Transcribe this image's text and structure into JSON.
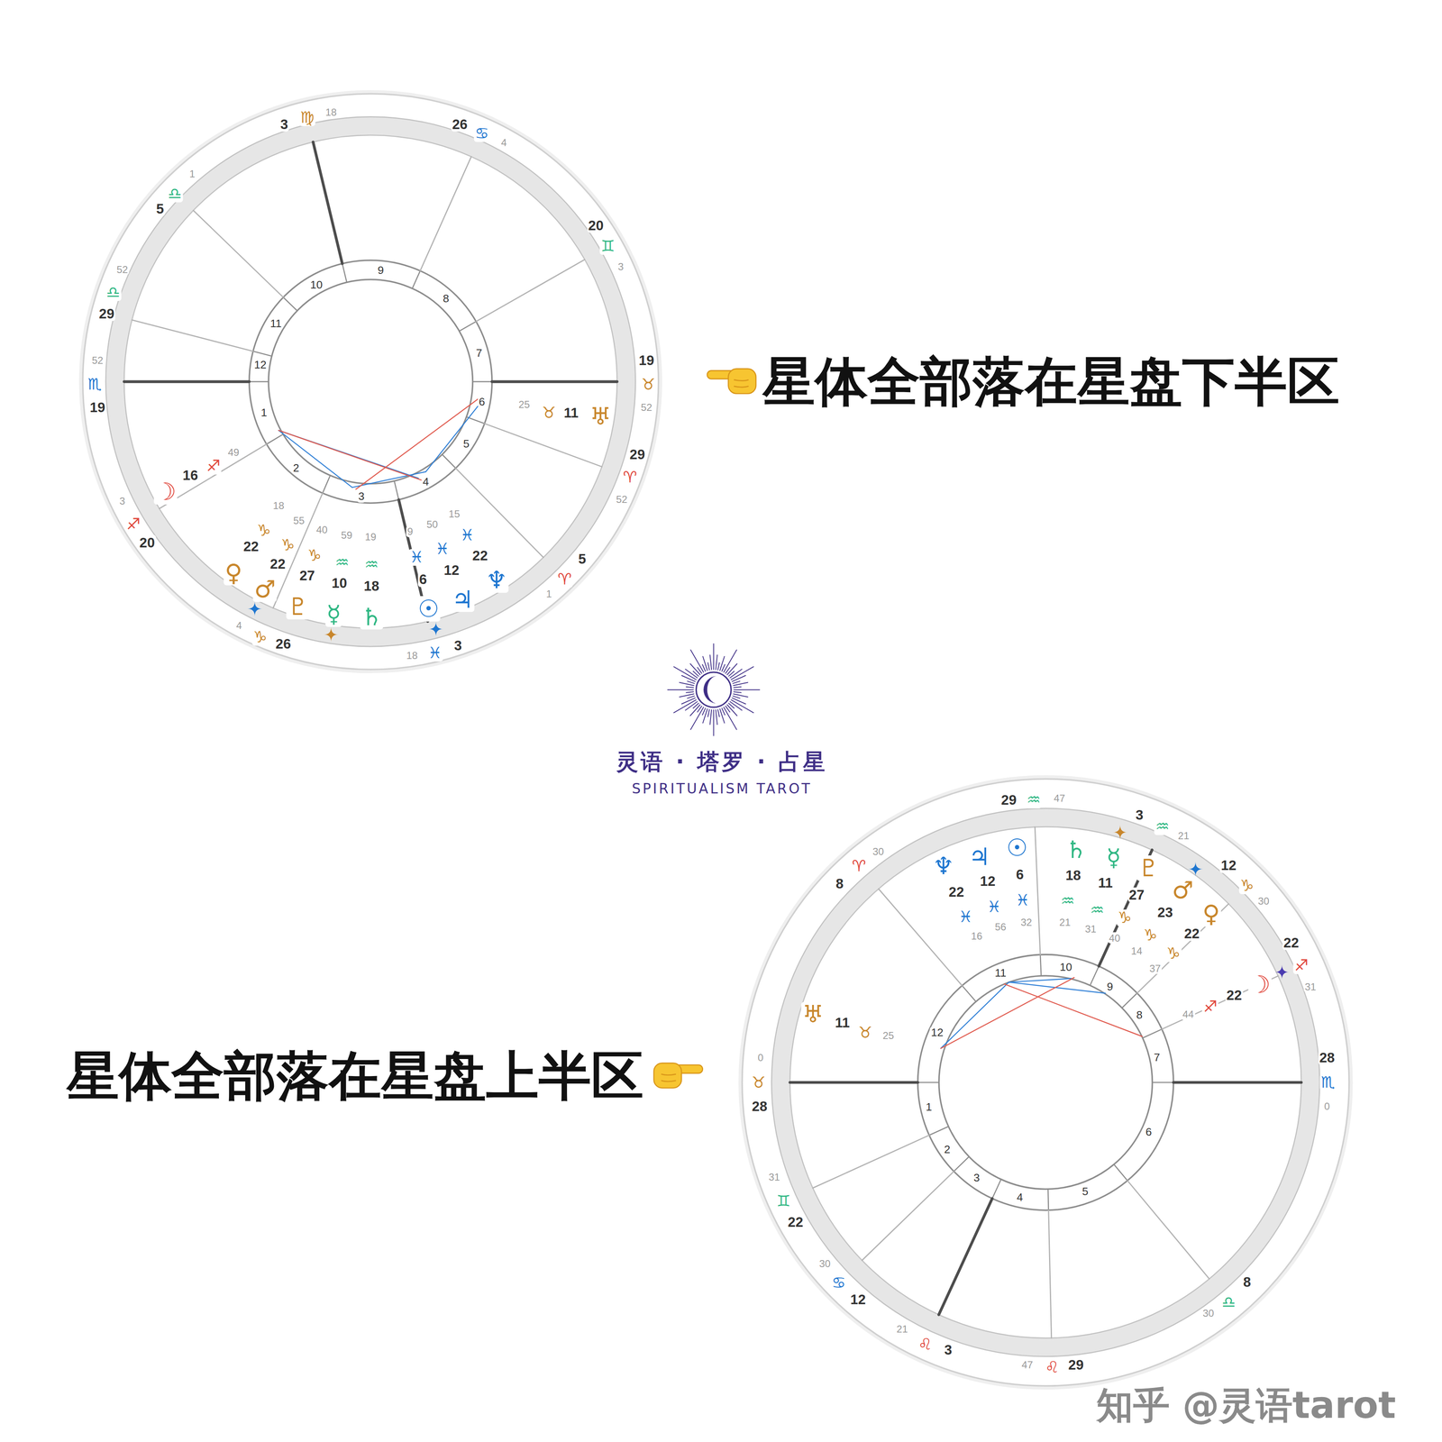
{
  "diagram": {
    "labels": [
      "星体全部落在星盘下半区",
      "星体全部落在星盘上半区",
      "灵语 · 塔罗 · 占星",
      "SPIRITUALISM TAROT",
      "知乎 @灵语tarot",
      "3",
      "♍",
      "18",
      "26",
      "♋",
      "4",
      "1",
      "♎",
      "5",
      "20",
      "♊",
      "3",
      "52",
      "♎",
      "29",
      "52",
      "♏",
      "19",
      "19",
      "♉",
      "52",
      "29",
      "♈",
      "52",
      "3",
      "♐",
      "20",
      "5",
      "♈",
      "1",
      "4",
      "♑",
      "26",
      "18",
      "♓",
      "3",
      "10",
      "9",
      "8",
      "7",
      "6",
      "5",
      "4",
      "3",
      "2",
      "1",
      "12",
      "11",
      "25",
      "♉",
      "11",
      "♅",
      "☽",
      "16",
      "♐",
      "49",
      "18",
      "♑",
      "22",
      "♀",
      "55",
      "♑",
      "22",
      "♂",
      "40",
      "♑",
      "27",
      "♇",
      "59",
      "♒",
      "10",
      "☿",
      "19",
      "♒",
      "18",
      "♄",
      "9",
      "♓",
      "6",
      "☉",
      "50",
      "♓",
      "12",
      "♃",
      "15",
      "♓",
      "22",
      "♆",
      "29",
      "♒",
      "47",
      "3",
      "♒",
      "21",
      "30",
      "♈",
      "8",
      "12",
      "♑",
      "30",
      "22",
      "♐",
      "31",
      "0",
      "♉",
      "28",
      "28",
      "♏",
      "0",
      "31",
      "♊",
      "22",
      "30",
      "♋",
      "12",
      "8",
      "♎",
      "30",
      "21",
      "♌",
      "3",
      "47",
      "♌",
      "29",
      "11",
      "10",
      "9",
      "8",
      "7",
      "6",
      "5",
      "4",
      "3",
      "2",
      "1",
      "12",
      "♆",
      "22",
      "♓",
      "16",
      "♃",
      "12",
      "♓",
      "56",
      "☉",
      "6",
      "♓",
      "32",
      "♄",
      "18",
      "♒",
      "21",
      "☿",
      "11",
      "♒",
      "31",
      "♇",
      "27",
      "♑",
      "40",
      "♂",
      "23",
      "♑",
      "14",
      "♀",
      "22",
      "♑",
      "37",
      "☽",
      "22",
      "♐",
      "44",
      "♅",
      "11",
      "♉",
      "25"
    ]
  }
}
